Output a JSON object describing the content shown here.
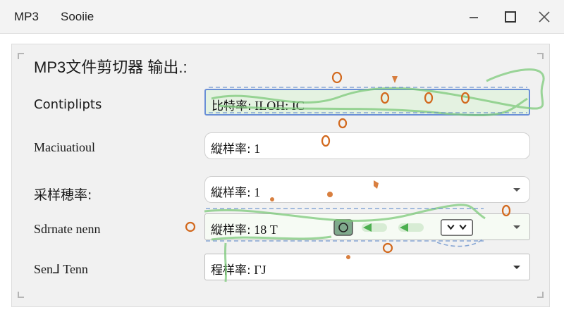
{
  "menubar": {
    "items": [
      "MP3",
      "Sooiie"
    ]
  },
  "window": {
    "controls": [
      "minimize-icon",
      "maximize-icon",
      "close-icon"
    ]
  },
  "panel": {
    "title": "MP3文件剪切器 输出.:",
    "rows": [
      {
        "label": "Contiplipts",
        "field_prefix": "比特率:",
        "field_value": "ILOH: IC"
      },
      {
        "label": "Maciuatioul",
        "field_prefix": "縦样率:",
        "field_value": "1"
      },
      {
        "label": "采样穂率:",
        "field_prefix": "縦样率:",
        "field_value": "1",
        "has_dropdown": true
      },
      {
        "label": "Sdrnate nenn",
        "field_prefix": "縦样率:",
        "field_value": "18 T",
        "has_dropdown": true
      },
      {
        "label": "Sen⅃ Tenn",
        "field_prefix": "程样率:",
        "field_value": "ΓJ",
        "has_dropdown": true
      }
    ]
  },
  "colors": {
    "accent_green": "#7cc97a",
    "accent_blue": "#6a8fd6",
    "marker_orange": "#d2691e"
  }
}
